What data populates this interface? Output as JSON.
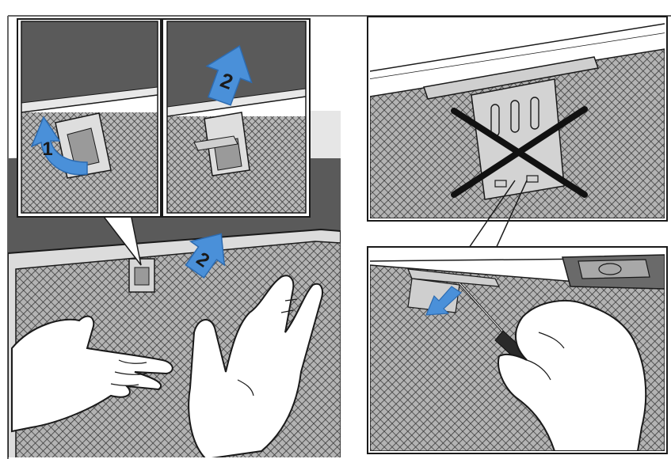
{
  "instructions": {
    "left_panel": {
      "steps": [
        {
          "number": "1",
          "description_icon": "curved-arrow-icon"
        },
        {
          "number": "2",
          "description_icon": "up-arrow-icon"
        },
        {
          "number": "2",
          "description_icon": "up-arrow-icon"
        }
      ]
    },
    "right_panel": {
      "warning_icon": "prohibited-x-icon",
      "tool_icon": "screwdriver-icon"
    }
  },
  "colors": {
    "frame": "#1a1a1a",
    "mesh_bg": "#a9a9a9",
    "mesh_line": "#3a3a3a",
    "hood_dark": "#5a5a5a",
    "arrow_fill": "#4a90d9",
    "arrow_stroke": "#2d6bb0",
    "skin": "#ffffff"
  }
}
